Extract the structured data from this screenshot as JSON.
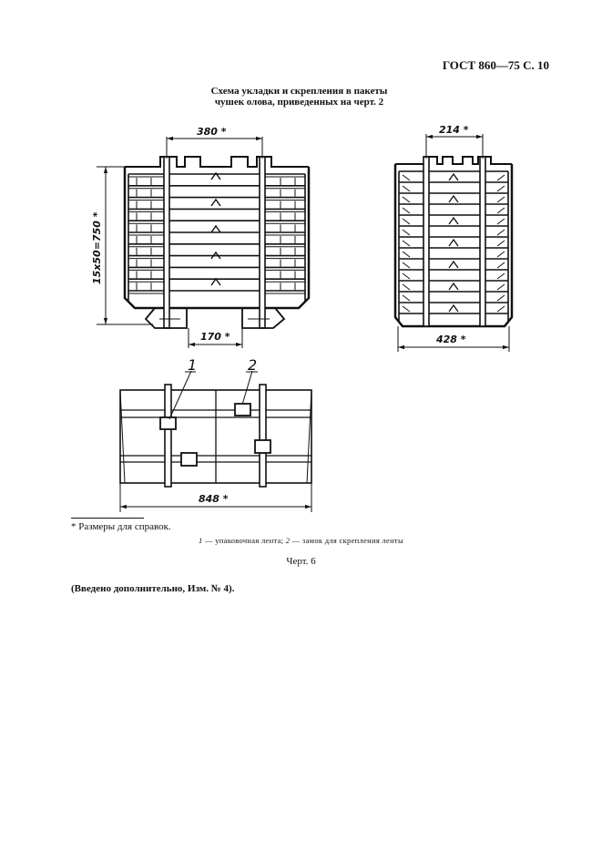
{
  "header": {
    "standard": "ГОСТ 860—75 С. 10"
  },
  "title": {
    "line1": "Схема укладки и скрепления в пакеты",
    "line2": "чушек олова, приведенных на черт. 2"
  },
  "dimensions": {
    "width_top": "380 *",
    "height_stack": "15х50=750 *",
    "foot_gap": "170 *",
    "side_top": "214 *",
    "side_width": "428 *",
    "plan_length": "848 *"
  },
  "callouts": {
    "tape": "1",
    "lock": "2"
  },
  "footnote": "* Размеры для справок.",
  "legend": {
    "n1": "1",
    "t1": " — упаковочная лента; ",
    "n2": "2",
    "t2": " — замок для скрепления ленты"
  },
  "caption": "Черт. 6",
  "amendment": "(Введено дополнительно, Изм. № 4)."
}
